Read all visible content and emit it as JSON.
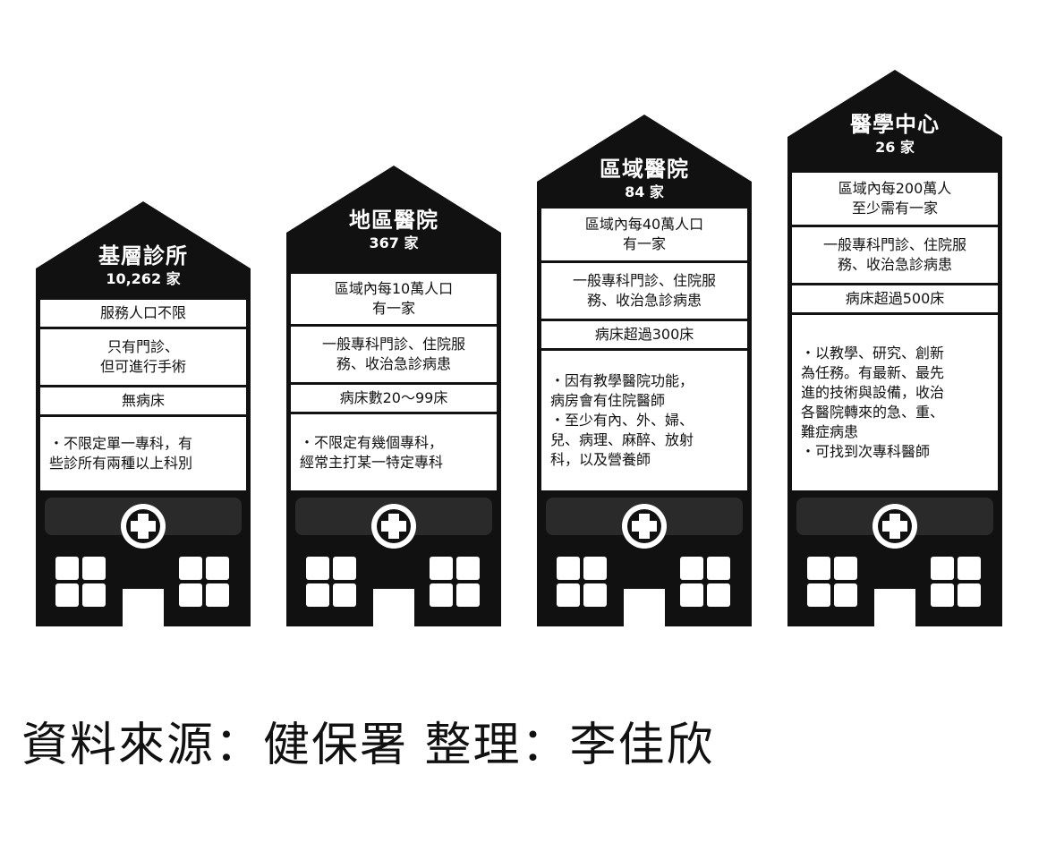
{
  "buildings": [
    {
      "name": "基層診所",
      "count": "10,262 家",
      "rows": [
        "服務人口不限",
        "只有門診、\n但可進行手術",
        "無病床",
        "・不限定單一專科，有\n些診所有兩種以上科別"
      ]
    },
    {
      "name": "地區醫院",
      "count": "367 家",
      "rows": [
        "區域內每10萬人口\n有一家",
        "一般專科門診、住院服\n務、收治急診病患",
        "病床數20～99床",
        "・不限定有幾個專科，\n經常主打某一特定專科"
      ]
    },
    {
      "name": "區域醫院",
      "count": "84 家",
      "rows": [
        "區域內每40萬人口\n有一家",
        "一般專科門診、住院服\n務、收治急診病患",
        "病床超過300床",
        "・因有教學醫院功能，\n病房會有住院醫師\n・至少有內、外、婦、\n兒、病理、麻醉、放射\n科，以及營養師"
      ]
    },
    {
      "name": "醫學中心",
      "count": "26 家",
      "rows": [
        "區域內每200萬人\n至少需有一家",
        "一般專科門診、住院服\n務、收治急診病患",
        "病床超過500床",
        "・以教學、研究、創新\n為任務。有最新、最先\n進的技術與設備，收治\n各醫院轉來的急、重、\n難症病患\n・可找到次專科醫師"
      ]
    }
  ],
  "caption": "資料來源：健保署 整理：李佳欣"
}
